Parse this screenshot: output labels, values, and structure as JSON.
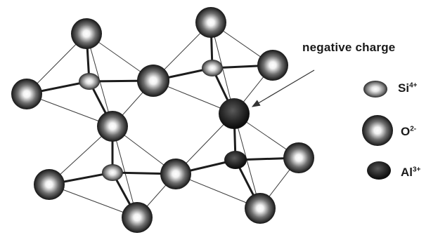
{
  "annotation": "negative charge",
  "legend": {
    "items": [
      {
        "symbol": "Si",
        "charge": "4+",
        "color": "#9a9a9a"
      },
      {
        "symbol": "O",
        "charge": "2-",
        "color": "#8a8a8a"
      },
      {
        "symbol": "Al",
        "charge": "3+",
        "color": "#2c2c2c"
      }
    ]
  }
}
